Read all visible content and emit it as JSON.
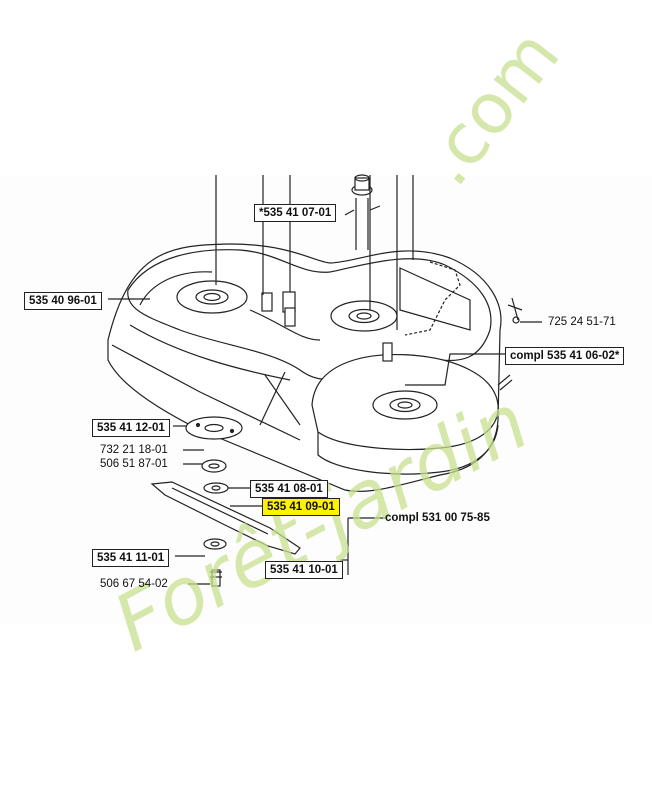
{
  "parts": {
    "p1": "*535 41 07-01",
    "p2": "535 40 96-01",
    "p3": "725 24 51-71",
    "p4": "compl 535 41 06-02*",
    "p5": "535 41 12-01",
    "p6": "732 21 18-01",
    "p7": "506 51 87-01",
    "p8": "535 41 08-01",
    "p9": "535 41 09-01",
    "p10": "compl 531 00 75-85",
    "p11": "535 41 11-01",
    "p12": "535 41 10-01",
    "p13": "506 67 54-02"
  },
  "watermark": {
    "text_main": "Forêt-jardin",
    "text_com": ".com",
    "color": "#c8e08e"
  }
}
